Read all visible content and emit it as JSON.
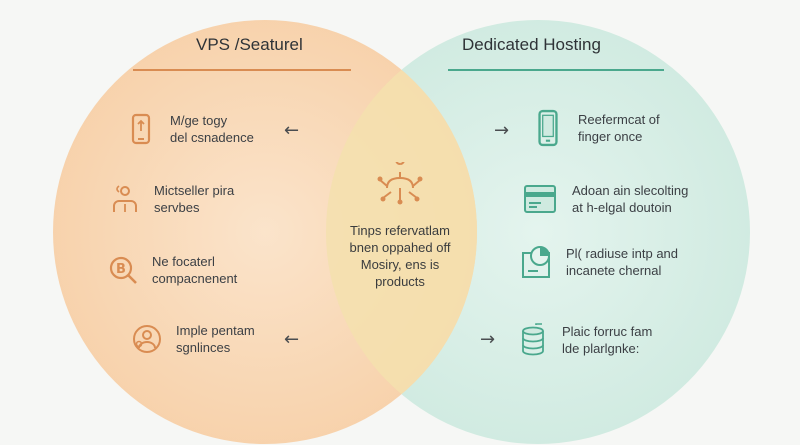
{
  "colors": {
    "left_circle": "#f9d7b4",
    "right_circle": "#d7eee6",
    "overlap": "#f6e1b1",
    "left_accent": "#d98c52",
    "right_accent": "#4aa88d",
    "text": "#3b3f44"
  },
  "left": {
    "title": "VPS /Seaturel",
    "items": [
      {
        "icon": "phone-icon",
        "lines": [
          "M/ge togy",
          "del csnadence"
        ],
        "arrow": "←"
      },
      {
        "icon": "people-icon",
        "lines": [
          "Mictseller pira",
          "servbes"
        ],
        "arrow": ""
      },
      {
        "icon": "coin-search-icon",
        "lines": [
          "Ne focaterl",
          "compacnenent"
        ],
        "arrow": ""
      },
      {
        "icon": "user-group-icon",
        "lines": [
          "Imple pentam",
          "sgnlinces"
        ],
        "arrow": "←"
      }
    ]
  },
  "right": {
    "title": "Dedicated Hosting",
    "items": [
      {
        "icon": "mobile-device-icon",
        "lines": [
          "Reefermcat of",
          "finger once"
        ],
        "arrow": "→"
      },
      {
        "icon": "server-card-icon",
        "lines": [
          "Adoan ain slecolting",
          "at h-elgal doutoin"
        ],
        "arrow": ""
      },
      {
        "icon": "chart-monitor-icon",
        "lines": [
          "Pl( radiuse intp and",
          "incanete chernal"
        ],
        "arrow": ""
      },
      {
        "icon": "database-icon",
        "lines": [
          "Plaic forruc fam",
          "lde plarlgnke:"
        ],
        "arrow": "→"
      }
    ]
  },
  "center": {
    "icon": "cloud-network-icon",
    "lines": [
      "Tinps refervatlam",
      "bnen oppahed off",
      "Mosiry, ens is",
      "products"
    ]
  }
}
